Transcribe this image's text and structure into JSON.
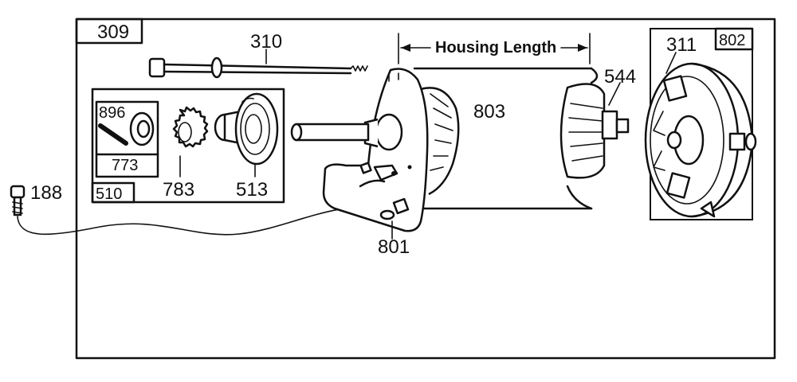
{
  "diagram": {
    "labels": {
      "main_box": "309",
      "long_bolt": "310",
      "housing_length": "Housing Length",
      "armature": "544",
      "end_cap": "802",
      "brush": "311",
      "housing": "803",
      "drive_kit": "510",
      "spring": "896",
      "clip": "773",
      "gear": "783",
      "pinion": "513",
      "screw": "188",
      "bracket": "801"
    }
  }
}
